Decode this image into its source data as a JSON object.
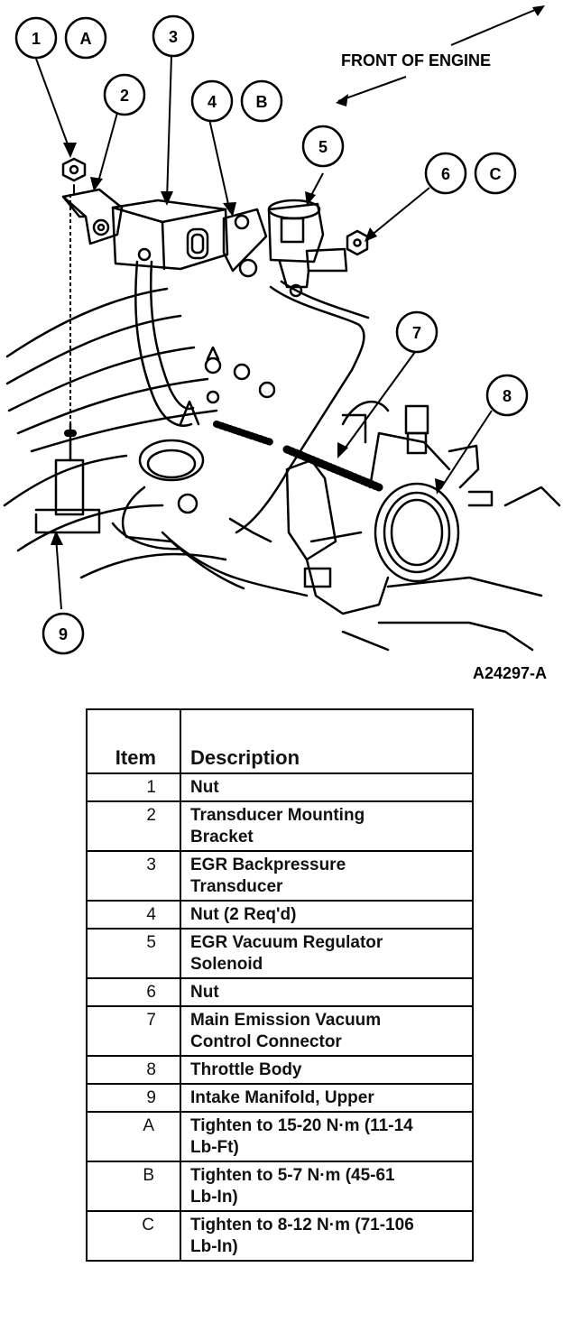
{
  "figure": {
    "front_label": "FRONT OF ENGINE",
    "figure_id": "A24297-A",
    "callouts": [
      "1",
      "A",
      "2",
      "3",
      "4",
      "B",
      "5",
      "6",
      "C",
      "7",
      "8",
      "9"
    ]
  },
  "table": {
    "headers": [
      "Item",
      "Description"
    ],
    "rows": [
      {
        "item": "1",
        "desc": [
          "Nut"
        ]
      },
      {
        "item": "2",
        "desc": [
          "Transducer Mounting",
          "Bracket"
        ]
      },
      {
        "item": "3",
        "desc": [
          "EGR Backpressure",
          "Transducer"
        ]
      },
      {
        "item": "4",
        "desc": [
          "Nut (2 Req'd)"
        ]
      },
      {
        "item": "5",
        "desc": [
          "EGR Vacuum Regulator",
          "Solenoid"
        ]
      },
      {
        "item": "6",
        "desc": [
          "Nut"
        ]
      },
      {
        "item": "7",
        "desc": [
          "Main Emission Vacuum",
          "Control Connector"
        ]
      },
      {
        "item": "8",
        "desc": [
          "Throttle Body"
        ]
      },
      {
        "item": "9",
        "desc": [
          "Intake Manifold, Upper"
        ]
      },
      {
        "item": "A",
        "desc": [
          "Tighten to 15-20 N·m (11-14",
          "Lb-Ft)"
        ]
      },
      {
        "item": "B",
        "desc": [
          "Tighten to 5-7 N·m (45-61",
          "Lb-In)"
        ]
      },
      {
        "item": "C",
        "desc": [
          "Tighten to 8-12 N·m (71-106",
          "Lb-In)"
        ]
      }
    ]
  }
}
